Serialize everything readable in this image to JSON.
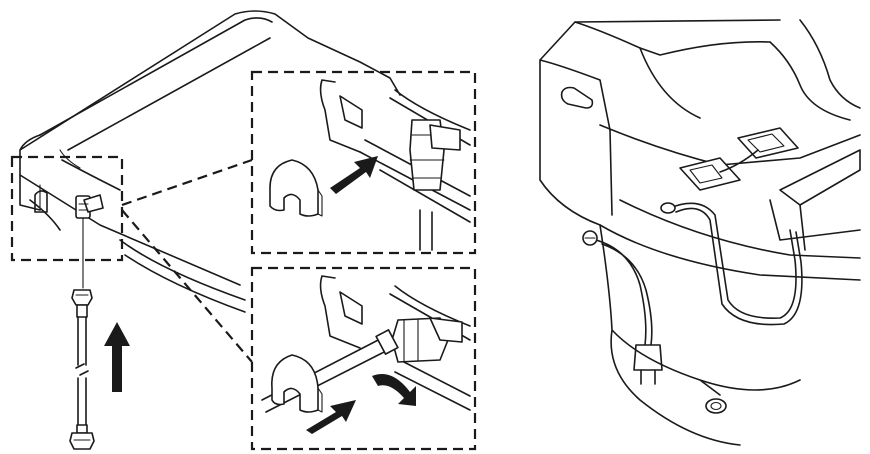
{
  "figure": {
    "panels": [
      "left-installation-view",
      "right-wiring-view"
    ],
    "insets": [
      "adapter-clip-detail",
      "hose-clip-detail"
    ],
    "colors": {
      "line": "#1a1a1a",
      "background": "#ffffff"
    },
    "icons": [
      "arrow-up-icon",
      "arrow-insert-icon",
      "rotate-arrow-icon",
      "power-plug-icon"
    ]
  }
}
